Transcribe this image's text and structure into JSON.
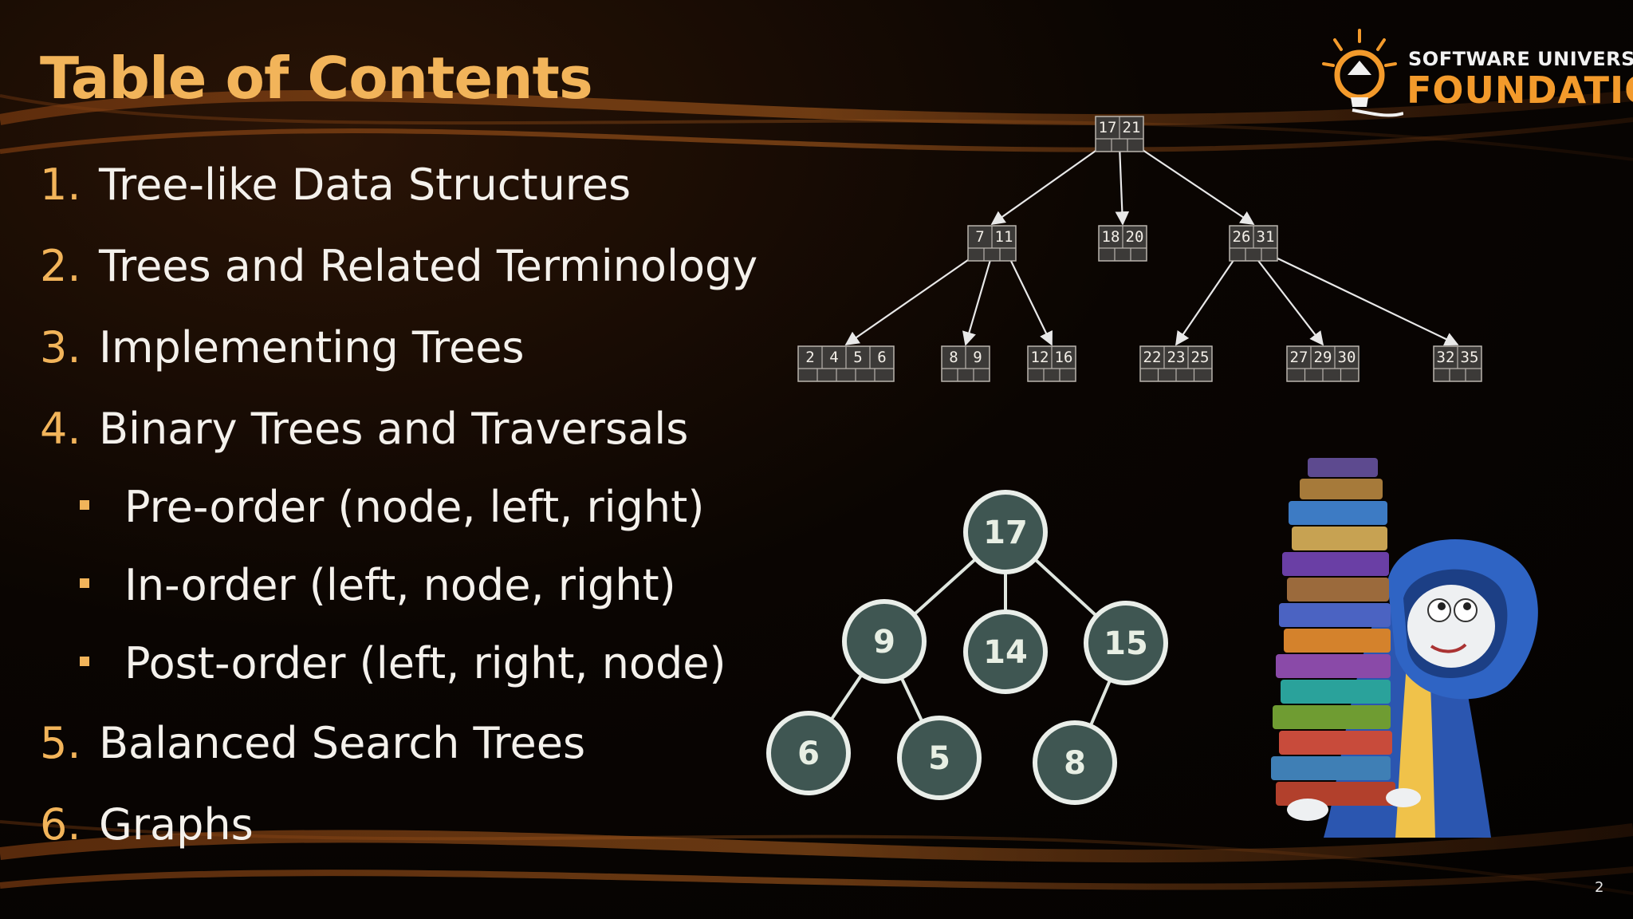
{
  "slide": {
    "title": "Table of Contents",
    "page_number": "2",
    "logo": {
      "line1": "SOFTWARE UNIVERSITY",
      "line2": "FOUNDATION"
    },
    "items": [
      {
        "num": "1.",
        "text": "Tree-like Data Structures"
      },
      {
        "num": "2.",
        "text": "Trees and Related Terminology"
      },
      {
        "num": "3.",
        "text": "Implementing Trees"
      },
      {
        "num": "4.",
        "text": "Binary Trees and Traversals"
      },
      {
        "bullet": true,
        "text": "Pre-order (node, left, right)"
      },
      {
        "bullet": true,
        "text": "In-order (left, node, right)"
      },
      {
        "bullet": true,
        "text": "Post-order (left, right, node)"
      },
      {
        "num": "5.",
        "text": "Balanced Search Trees"
      },
      {
        "num": "6.",
        "text": "Graphs"
      }
    ]
  },
  "btree": {
    "nodes": [
      {
        "id": "n0",
        "keys": [
          "17",
          "21"
        ],
        "slots": 2
      },
      {
        "id": "n1",
        "keys": [
          "7",
          "11"
        ],
        "slots": 2
      },
      {
        "id": "n2",
        "keys": [
          "18",
          "20"
        ],
        "slots": 2
      },
      {
        "id": "n3",
        "keys": [
          "26",
          "31"
        ],
        "slots": 2
      },
      {
        "id": "n4",
        "keys": [
          "2",
          "4",
          "5",
          "6"
        ],
        "slots": 4
      },
      {
        "id": "n5",
        "keys": [
          "8",
          "9"
        ],
        "slots": 2
      },
      {
        "id": "n6",
        "keys": [
          "12",
          "16"
        ],
        "slots": 2
      },
      {
        "id": "n7",
        "keys": [
          "22",
          "23",
          "25"
        ],
        "slots": 3
      },
      {
        "id": "n8",
        "keys": [
          "27",
          "29",
          "30"
        ],
        "slots": 3
      },
      {
        "id": "n9",
        "keys": [
          "32",
          "35"
        ],
        "slots": 2
      }
    ],
    "edges": [
      {
        "from": "n0",
        "ptr": 0,
        "to": "n1"
      },
      {
        "from": "n0",
        "ptr": 1,
        "to": "n2"
      },
      {
        "from": "n0",
        "ptr": 2,
        "to": "n3"
      },
      {
        "from": "n1",
        "ptr": 0,
        "to": "n4"
      },
      {
        "from": "n1",
        "ptr": 1,
        "to": "n5"
      },
      {
        "from": "n1",
        "ptr": 2,
        "to": "n6"
      },
      {
        "from": "n3",
        "ptr": 0,
        "to": "n7"
      },
      {
        "from": "n3",
        "ptr": 1,
        "to": "n8"
      },
      {
        "from": "n3",
        "ptr": 2,
        "to": "n9"
      }
    ]
  },
  "binary_tree": {
    "nodes": [
      {
        "id": "b17",
        "label": "17"
      },
      {
        "id": "b9",
        "label": "9"
      },
      {
        "id": "b14",
        "label": "14"
      },
      {
        "id": "b15",
        "label": "15"
      },
      {
        "id": "b6",
        "label": "6"
      },
      {
        "id": "b5",
        "label": "5"
      },
      {
        "id": "b8",
        "label": "8"
      }
    ],
    "edges": [
      [
        "b17",
        "b9"
      ],
      [
        "b17",
        "b14"
      ],
      [
        "b17",
        "b15"
      ],
      [
        "b9",
        "b6"
      ],
      [
        "b9",
        "b5"
      ],
      [
        "b15",
        "b8"
      ]
    ]
  },
  "colors": {
    "accent": "#f2b45a",
    "text": "#f4f1ec",
    "btree_fill": "#3c3a38",
    "btree_stroke": "#b9b4ad",
    "bt_node_fill": "#3f5652",
    "bt_node_stroke": "#e9eee9"
  }
}
